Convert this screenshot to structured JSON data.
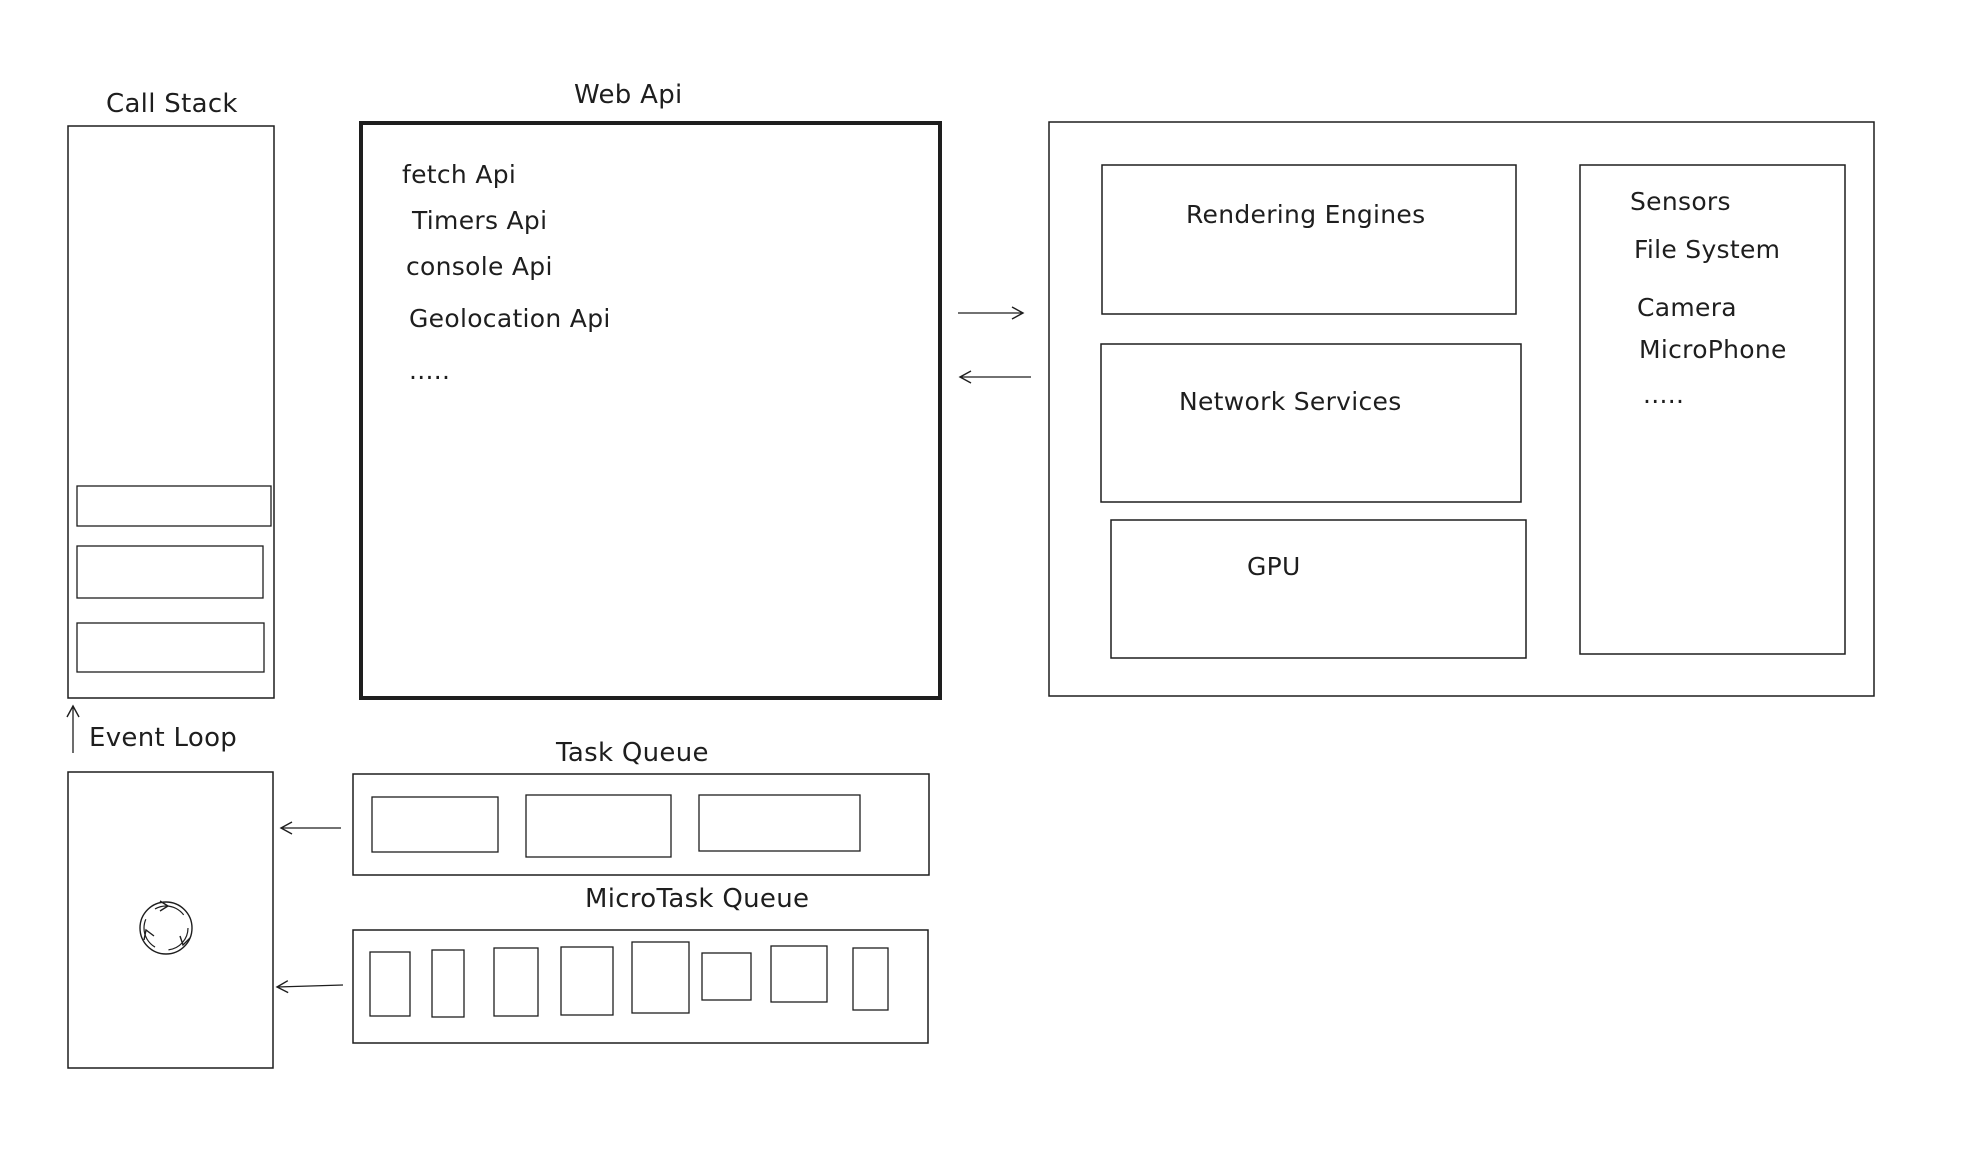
{
  "call_stack": {
    "title": "Call Stack"
  },
  "event_loop": {
    "title": "Event Loop"
  },
  "web_api": {
    "title": "Web Api",
    "items": [
      "fetch Api",
      "Timers Api",
      "console Api",
      "Geolocation Api",
      "....."
    ]
  },
  "browser_internals": {
    "rendering_engines": "Rendering Engines",
    "network_services": "Network Services",
    "gpu": "GPU",
    "devices": [
      "Sensors",
      "File System",
      "Camera",
      "MicroPhone",
      "....."
    ]
  },
  "task_queue": {
    "title": "Task Queue"
  },
  "microtask_queue": {
    "title": "MicroTask Queue"
  },
  "colors": {
    "stroke": "#1e1e1e",
    "background": "#ffffff"
  },
  "icons": {
    "event_loop": "cycle-arrows-icon"
  }
}
